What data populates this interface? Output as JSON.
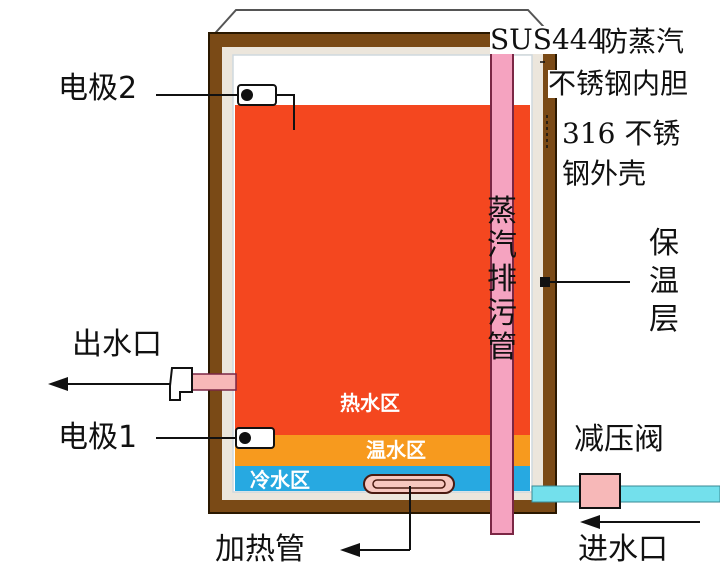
{
  "labels": {
    "electrode2": "电极2",
    "electrode1": "电极1",
    "outlet": "出水口",
    "heating_tube": "加热管",
    "inlet": "进水口",
    "pressure_valve": "减压阀",
    "insulation": "保温层",
    "inner_tank_grade": "SUS444",
    "inner_tank_desc": "防蒸汽",
    "inner_tank_line2": "不锈钢内胆",
    "outer_shell_line1": "316 不锈",
    "outer_shell_line2": "钢外壳",
    "steam_pipe": "蒸汽排污管"
  },
  "zones": {
    "hot": "热水区",
    "warm": "温水区",
    "cold": "冷水区"
  },
  "colors": {
    "insulation": "#7a4a16",
    "hot_water": "#f4471f",
    "warm_water": "#f79a1e",
    "cold_water": "#27a9e1",
    "steam_pipe": "#f5a3c0",
    "inlet_pipe": "#73e0ec",
    "valve": "#f7b8b8"
  }
}
